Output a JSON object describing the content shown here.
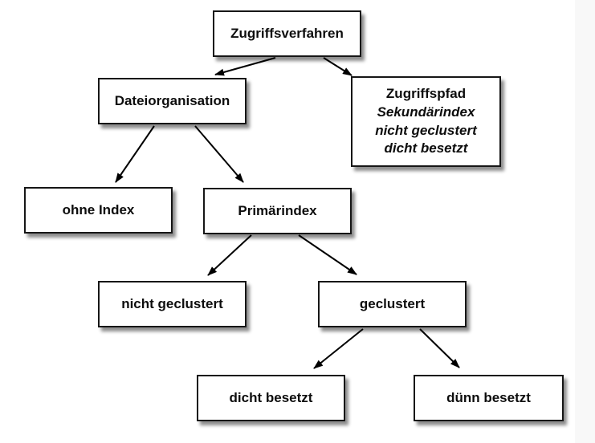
{
  "diagram": {
    "nodes": {
      "zugriffsverfahren": {
        "label": "Zugriffsverfahren"
      },
      "dateiorganisation": {
        "label": "Dateiorganisation"
      },
      "zugriffspfad": {
        "title": "Zugriffspfad",
        "details": [
          "Sekundärindex",
          "nicht geclustert",
          "dicht besetzt"
        ]
      },
      "ohne_index": {
        "label": "ohne Index"
      },
      "primaerindex": {
        "label": "Primärindex"
      },
      "nicht_geclustert": {
        "label": "nicht geclustert"
      },
      "geclustert": {
        "label": "geclustert"
      },
      "dicht_besetzt": {
        "label": "dicht besetzt"
      },
      "duenn_besetzt": {
        "label": "dünn besetzt"
      }
    },
    "edges": [
      {
        "from": "zugriffsverfahren",
        "to": "dateiorganisation"
      },
      {
        "from": "zugriffsverfahren",
        "to": "zugriffspfad"
      },
      {
        "from": "dateiorganisation",
        "to": "ohne_index"
      },
      {
        "from": "dateiorganisation",
        "to": "primaerindex"
      },
      {
        "from": "primaerindex",
        "to": "nicht_geclustert"
      },
      {
        "from": "primaerindex",
        "to": "geclustert"
      },
      {
        "from": "geclustert",
        "to": "dicht_besetzt"
      },
      {
        "from": "geclustert",
        "to": "duenn_besetzt"
      }
    ],
    "colors": {
      "background": "#ffffff",
      "right_margin_band": "#f8f8f8",
      "box_fill": "#ffffff",
      "box_border": "#161616",
      "box_shadow": "#8a8a8a",
      "arrow": "#000000",
      "text": "#0d0d0d"
    }
  }
}
